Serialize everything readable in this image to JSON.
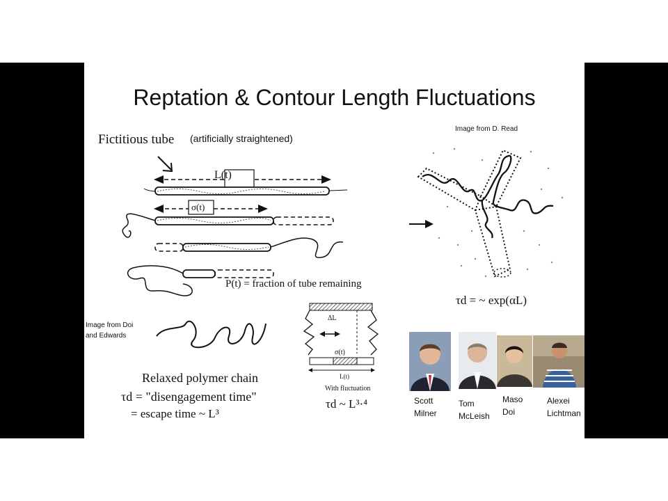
{
  "slide": {
    "title": "Reptation & Contour Length Fluctuations"
  },
  "tube_figure": {
    "heading": "Fictitious tube",
    "subheading": "(artificially straightened)",
    "L_label": "L(t)",
    "sigma_label": "σ(t)",
    "P_text": "P(t) = fraction of tube remaining"
  },
  "doi_credit": {
    "line1": "Image from Doi",
    "line2": "and Edwards"
  },
  "relaxed": {
    "heading": "Relaxed polymer chain",
    "tau_line": "τd = \"disengagement time\"",
    "escape_line": "=  escape time ~ L³"
  },
  "fluct_figure": {
    "delta_label": "ΔL",
    "sigma_label": "σ(t)",
    "L_label": "L(t)",
    "caption": "With fluctuation",
    "scaling": "τd ~ L³·⁴"
  },
  "star_figure": {
    "credit": "Image from D. Read",
    "formula": "τd = ~ exp(αL)"
  },
  "people": [
    {
      "first": "Scott",
      "last": "Milner"
    },
    {
      "first": "Tom",
      "last": "McLeish"
    },
    {
      "first": "Maso",
      "last": "Doi"
    },
    {
      "first": "Alexei",
      "last": "Lichtman"
    }
  ],
  "colors": {
    "frame": "#000000",
    "slide_bg": "#ffffff",
    "text": "#111111"
  }
}
